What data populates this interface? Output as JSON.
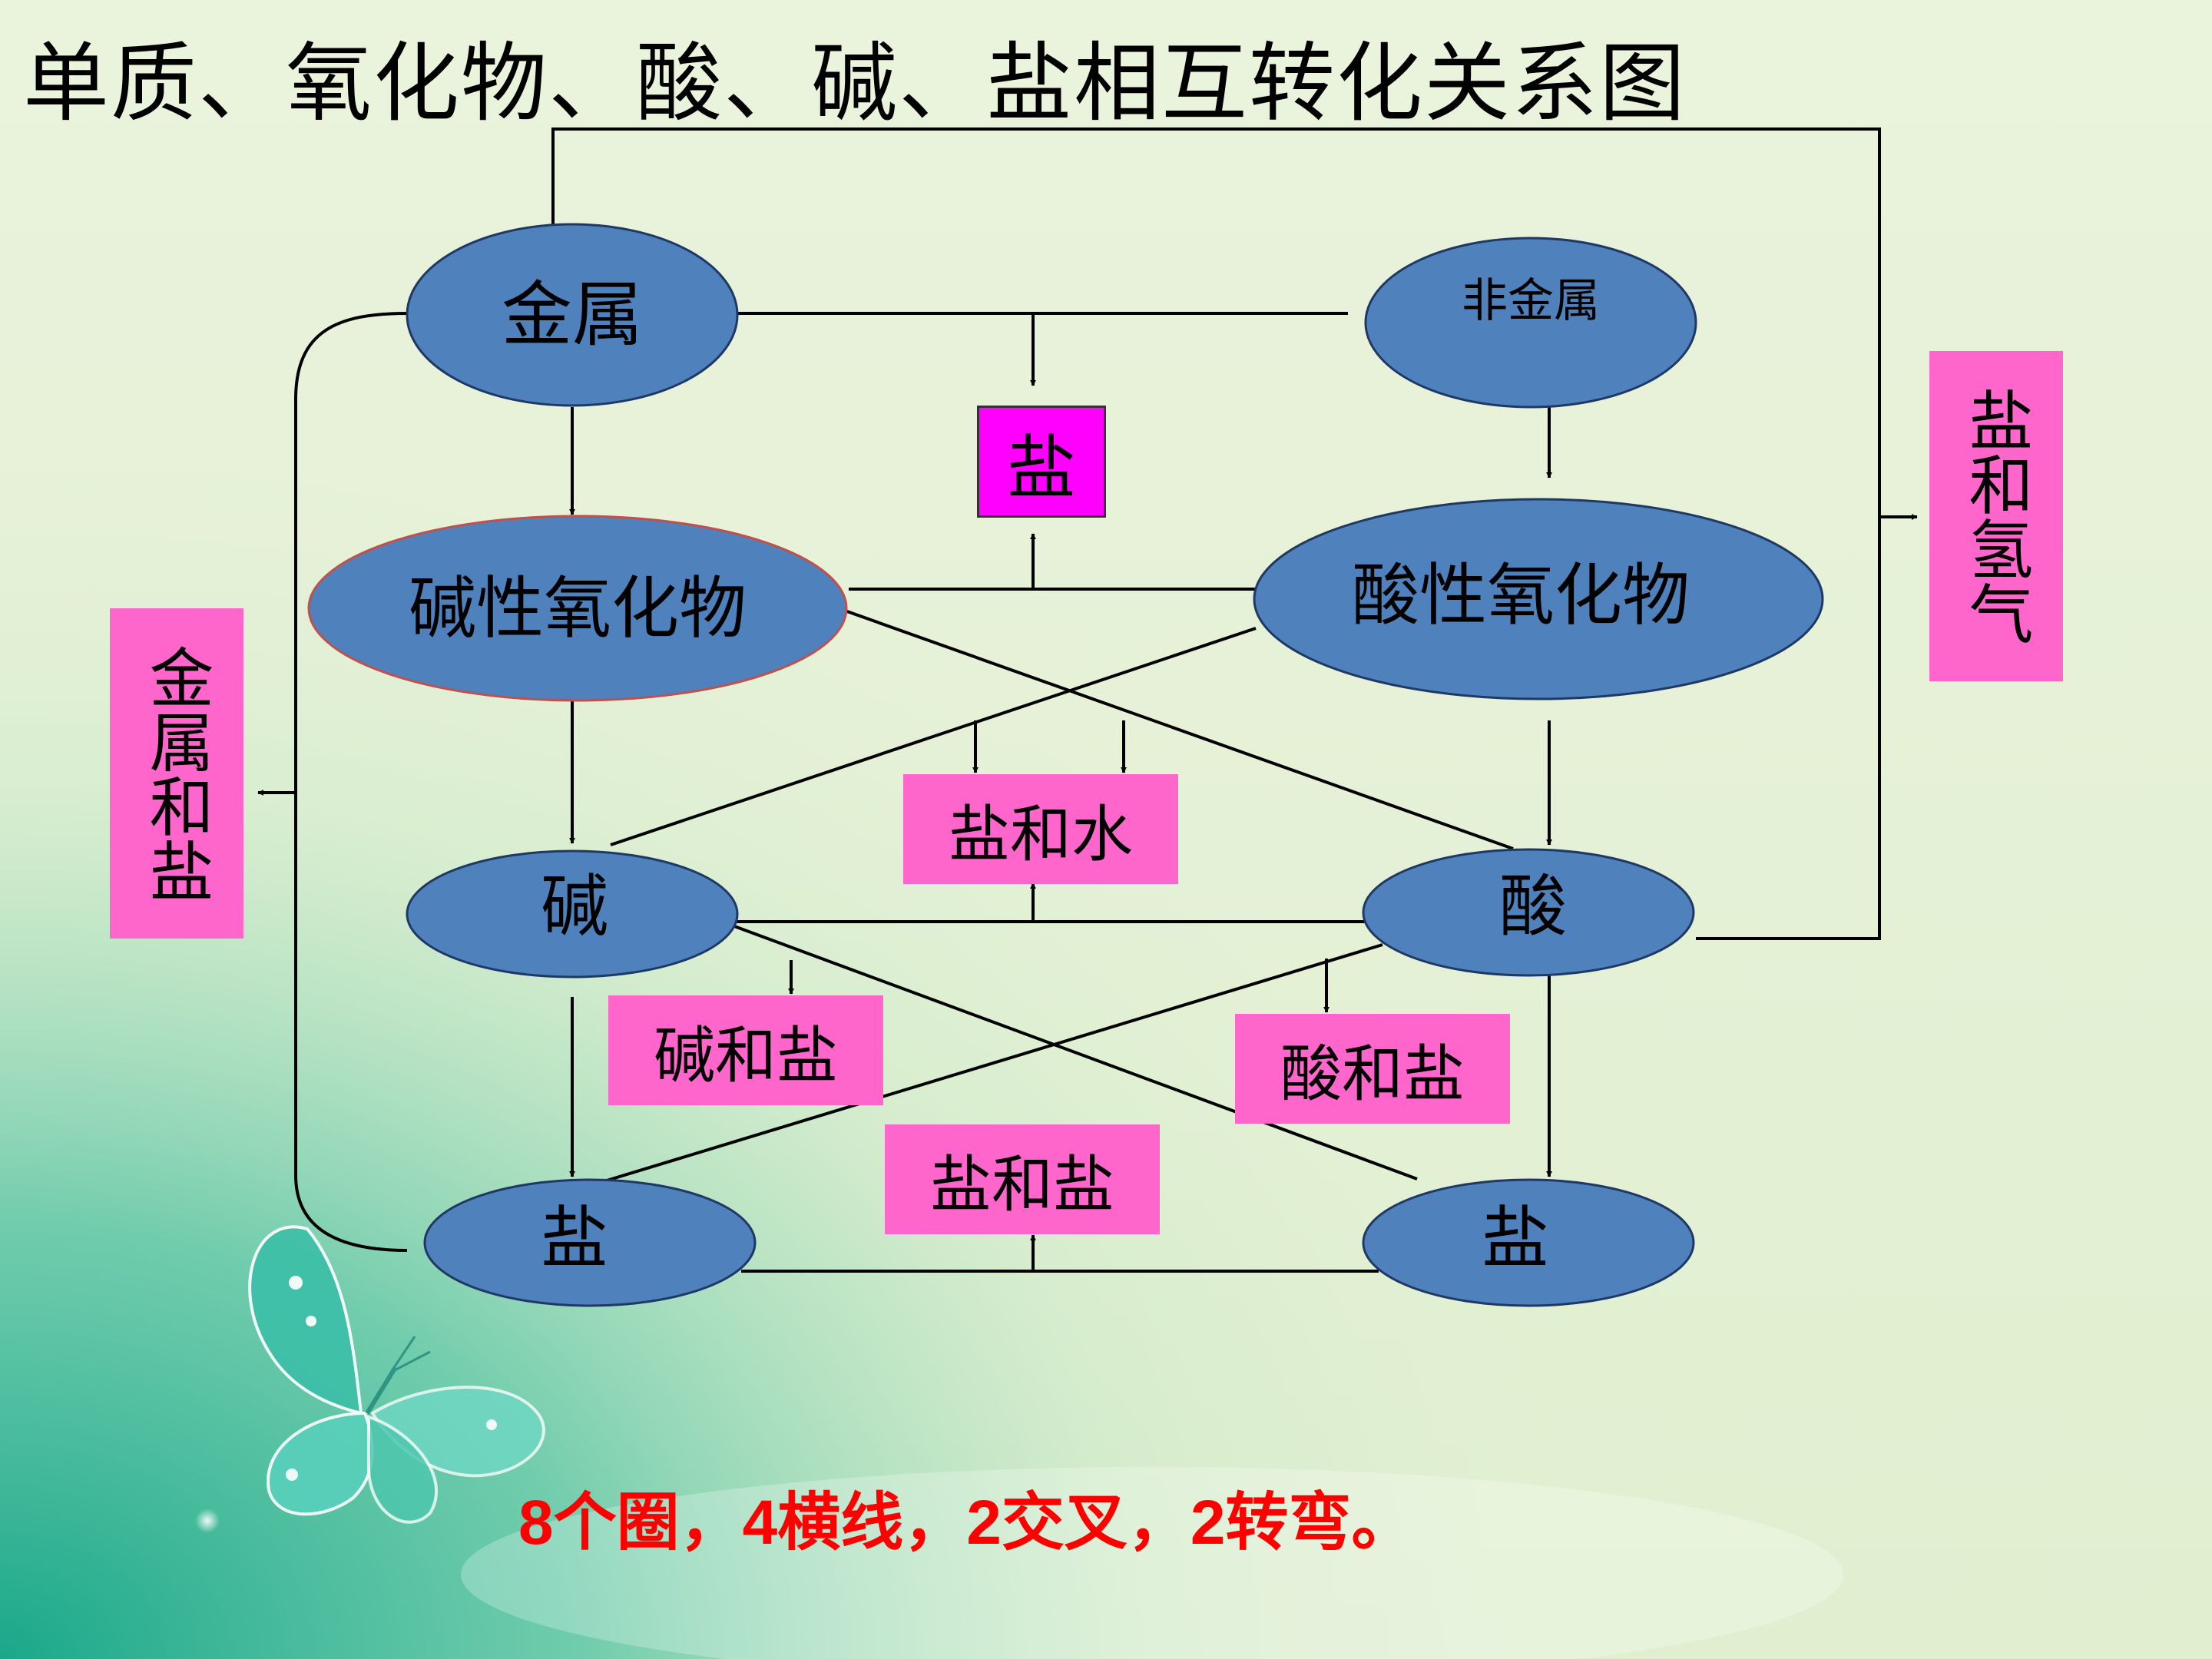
{
  "title": "单质、氧化物、酸、碱、盐相互转化关系图",
  "nodes": {
    "metal": "金属",
    "nonmetal": "非金属",
    "basic_oxide": "碱性氧化物",
    "acidic_oxide": "酸性氧化物",
    "base": "碱",
    "acid": "酸",
    "salt_left": "盐",
    "salt_right": "盐"
  },
  "products": {
    "salt_top": "盐",
    "salt_water": "盐和水",
    "base_salt": "碱和盐",
    "acid_salt": "酸和盐",
    "salt_salt": "盐和盐",
    "metal_salt": "金属和盐",
    "salt_hydrogen": "盐和氢气"
  },
  "footer": "8个圈，4横线，2交叉，2转弯。",
  "colors": {
    "node_fill": "#4f81bd",
    "node_stroke": "#1f3864",
    "product_fill": "#ff66cc",
    "product_top_fill": "#ff00ff",
    "footer_text": "#ff0000"
  }
}
